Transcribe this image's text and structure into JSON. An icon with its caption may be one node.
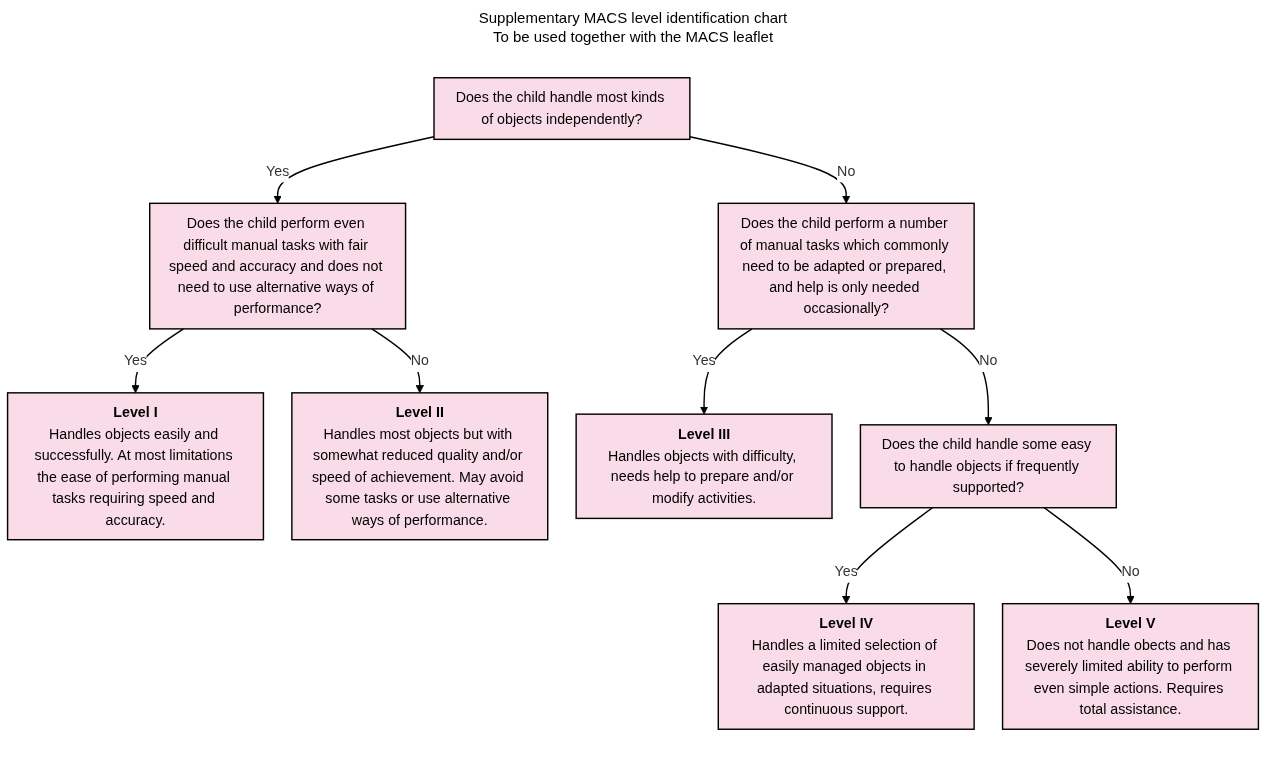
{
  "diagram": {
    "title": "Supplementary MACS level identification chart",
    "nodes": [
      {
        "text": [
          "Does the child handle most kinds of objects independently?"
        ]
      },
      {
        "text": [
          "Does the child perform even difficult manual tasks with fair speed and accuracy and does not need to use alternative ways of performance?"
        ]
      },
      {
        "text": [
          "Does the child perform a number of manual tasks which commonly need to be adapted or prepared, and help is only needed occasionally?"
        ]
      },
      {
        "text": [
          "Level I",
          "Handles objects easily and successfully. At most limitations the ease of performing manual tasks requiring speed and accuracy."
        ]
      },
      {
        "text": [
          "Level II",
          "Handles most objects but with somewhat reduced quality and/or speed of achievement. May avoid some tasks or use alternative ways of performance."
        ]
      },
      {
        "text": [
          "Level III",
          "Handles objects with difficulty, needs help to prepare and/or modify activities."
        ]
      },
      {
        "text": [
          "Does the child handle some easy to handle objects if frequently supported?"
        ]
      },
      {
        "text": [
          "Level IV",
          "Handles a limited selection of easily managed objects in adapted situations, requires continuous support."
        ]
      },
      {
        "text": [
          "Level V",
          "Does not handle obects and has severely limited ability to perform even simple actions. Requires total assistance."
        ]
      }
    ],
    "edges": [
      {
        "from": 0,
        "to": 1,
        "arrow": "to",
        "label": "Yes"
      },
      {
        "from": 0,
        "to": 2,
        "arrow": "to",
        "label": "No"
      },
      {
        "from": 1,
        "to": 3,
        "arrow": "to",
        "label": "Yes"
      },
      {
        "from": 1,
        "to": 4,
        "arrow": "to",
        "label": "No"
      },
      {
        "from": 2,
        "to": 5,
        "arrow": "to",
        "label": "Yes"
      },
      {
        "from": 2,
        "to": 6,
        "arrow": "to",
        "label": "No"
      },
      {
        "from": 6,
        "to": 7,
        "arrow": "to",
        "label": "Yes"
      },
      {
        "from": 6,
        "to": 8,
        "arrow": "to",
        "label": "No"
      }
    ],
    "labels": [
      "To be used together with the MACS leaflet"
    ]
  }
}
